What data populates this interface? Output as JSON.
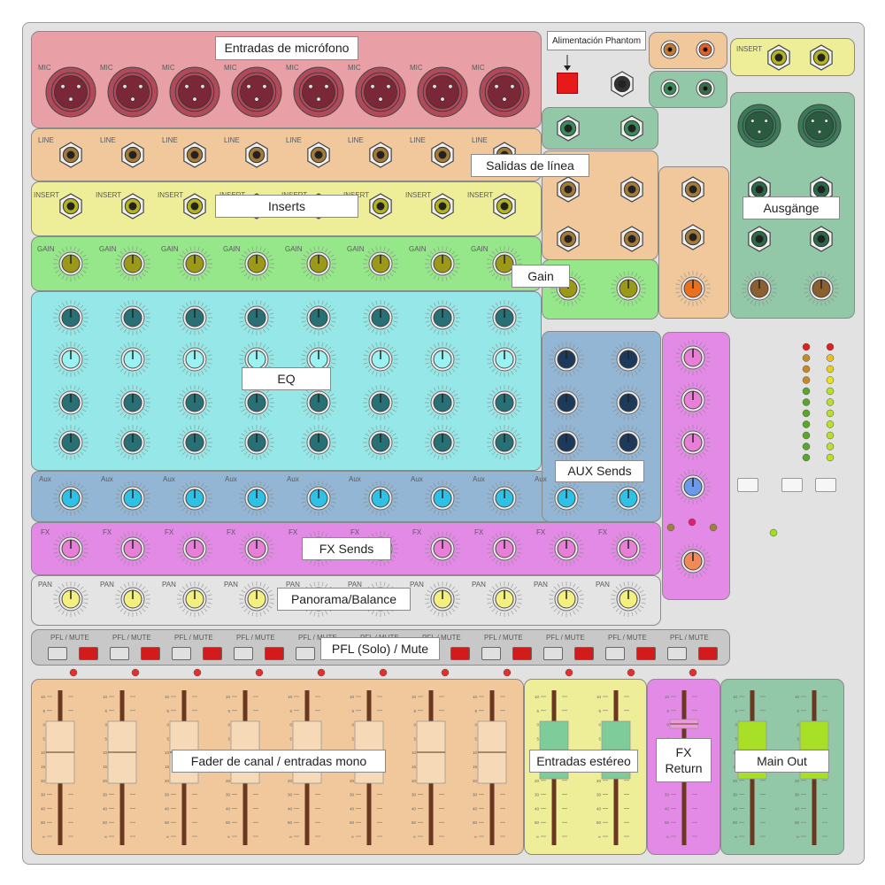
{
  "labels": {
    "mic_inputs": "Entradas de micrófono",
    "phantom": "Alimentación Phantom",
    "line_outputs": "Salidas de línea",
    "inserts": "Inserts",
    "outputs": "Ausgänge",
    "gain": "Gain",
    "eq": "EQ",
    "aux_sends": "AUX Sends",
    "fx_sends": "FX Sends",
    "panorama": "Panorama/Balance",
    "pfl_mute": "PFL (Solo) / Mute",
    "channel_fader": "Fader de canal / entradas mono",
    "stereo_inputs": "Entradas estéreo",
    "fx_return": "FX\nReturn",
    "main_out": "Main Out"
  },
  "knob_labels": {
    "mic": "MIC",
    "line": "LINE",
    "insert": "INSERT",
    "gain": "GAIN",
    "aux": "Aux",
    "fx": "FX",
    "pan": "PAN",
    "pfl_mute": "PFL / MUTE"
  },
  "fader_scale": [
    "10",
    "5",
    "0",
    "5",
    "10",
    "15",
    "20",
    "30",
    "40",
    "60",
    "∞"
  ],
  "colors": {
    "mic": "#e8a0a6",
    "line": "#f0c89c",
    "insert": "#eeee99",
    "gain": "#96e68a",
    "eq": "#96e8e8",
    "aux": "#93b6d4",
    "fx": "#e38ae6",
    "pan": "#e4e4e4",
    "pflstrip": "#c8c8c8",
    "fader": "#f0c89c",
    "stereo": "#eeee99",
    "fxreturn": "#e38ae6",
    "main": "#92c8a8"
  }
}
